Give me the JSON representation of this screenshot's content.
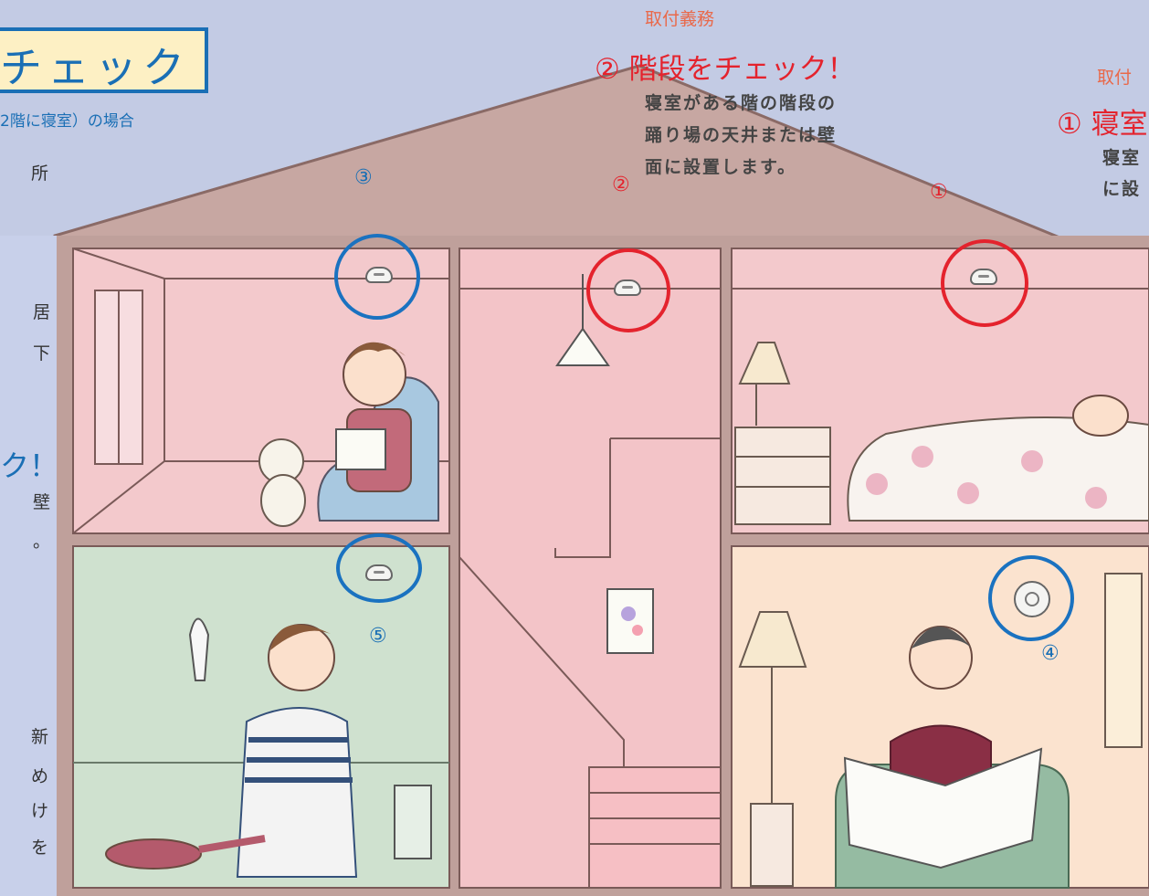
{
  "header": {
    "title_fragment": "チェック",
    "subtitle_fragment": "2階に寝室）の場合"
  },
  "side_text": {
    "line1": "所",
    "line2": "居",
    "line3": "下",
    "heading": "ク！",
    "line4": "壁",
    "line5": "。",
    "line6": "新",
    "line7": "め",
    "line8": "け",
    "line9": "を"
  },
  "stairs_note": {
    "required_label": "取付義務",
    "heading": "② 階段をチェック！",
    "desc_lines": [
      "寝室がある階の階段の",
      "踊り場の天井または壁",
      "面に設置します。"
    ]
  },
  "bedroom_note": {
    "required_label": "取付",
    "heading": "① 寝室",
    "desc_lines": [
      "寝室",
      "に設"
    ]
  },
  "markers": {
    "m1": "①",
    "m2": "②",
    "m3": "③",
    "m4": "④",
    "m5": "⑤"
  },
  "colors": {
    "required": "#e4232d",
    "recommended": "#1a72c0",
    "sky": "#c3cbe4",
    "roof": "#c9a4a0"
  }
}
